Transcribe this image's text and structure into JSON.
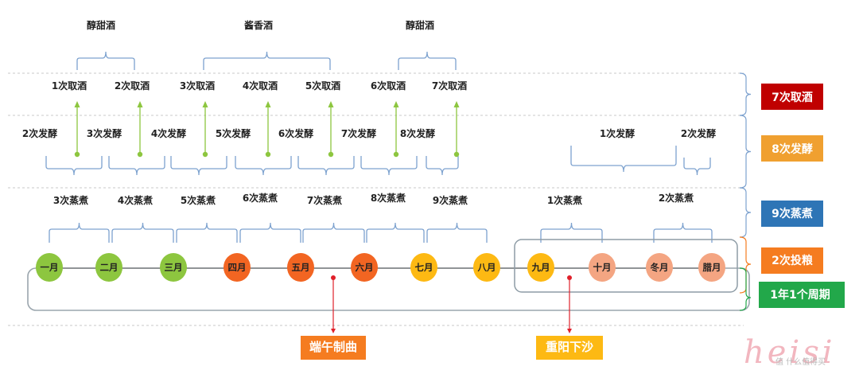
{
  "wine_groups": [
    {
      "label": "醇甜酒",
      "from": 0,
      "to": 1
    },
    {
      "label": "酱香酒",
      "from": 2,
      "to": 4
    },
    {
      "label": "醇甜酒",
      "from": 5,
      "to": 6
    }
  ],
  "qujiu": [
    "1次取酒",
    "2次取酒",
    "3次取酒",
    "4次取酒",
    "5次取酒",
    "6次取酒",
    "7次取酒"
  ],
  "fajiao_left": [
    "2次发酵",
    "3次发酵",
    "4次发酵",
    "5次发酵",
    "6次发酵",
    "7次发酵",
    "8次发酵"
  ],
  "fajiao_right": [
    "1次发酵",
    "2次发酵"
  ],
  "zhengzhu_left": [
    "3次蒸煮",
    "4次蒸煮",
    "5次蒸煮",
    "6次蒸煮",
    "7次蒸煮",
    "8次蒸煮",
    "9次蒸煮"
  ],
  "zhengzhu_right": [
    "1次蒸煮",
    "2次蒸煮"
  ],
  "months": [
    {
      "label": "一月",
      "color": "#8dc63f"
    },
    {
      "label": "二月",
      "color": "#8dc63f"
    },
    {
      "label": "三月",
      "color": "#8dc63f"
    },
    {
      "label": "四月",
      "color": "#f26522"
    },
    {
      "label": "五月",
      "color": "#f26522"
    },
    {
      "label": "六月",
      "color": "#f26522"
    },
    {
      "label": "七月",
      "color": "#fdb913"
    },
    {
      "label": "八月",
      "color": "#fdb913"
    },
    {
      "label": "九月",
      "color": "#fdb913"
    },
    {
      "label": "十月",
      "color": "#f4a582"
    },
    {
      "label": "冬月",
      "color": "#f4a582"
    },
    {
      "label": "腊月",
      "color": "#f4a582"
    }
  ],
  "side_labels": [
    {
      "label": "7次取酒",
      "color": "#c00000"
    },
    {
      "label": "8次发酵",
      "color": "#f0a030"
    },
    {
      "label": "9次蒸煮",
      "color": "#2e75b6"
    },
    {
      "label": "2次投粮",
      "color": "#f57c20"
    },
    {
      "label": "1年1个周期",
      "color": "#22a84a"
    }
  ],
  "events": [
    {
      "label": "端午制曲",
      "color": "#f57c20"
    },
    {
      "label": "重阳下沙",
      "color": "#fdb913"
    }
  ],
  "watermark": {
    "text": "heisi",
    "sub": "值 什么值得买"
  },
  "colors": {
    "arrow_green": "#8dc63f",
    "bracket": "#7da2cf",
    "dot_red": "#e0202a"
  }
}
